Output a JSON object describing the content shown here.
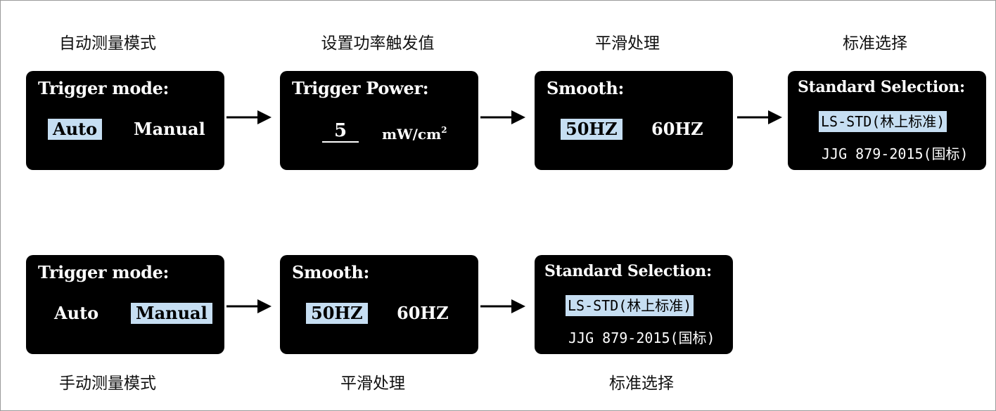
{
  "row1": {
    "captions": [
      "自动测量模式",
      "设置功率触发值",
      "平滑处理",
      "标准选择"
    ],
    "trigger_mode": {
      "title": "Trigger mode:",
      "options": [
        "Auto",
        "Manual"
      ],
      "selected": "Auto"
    },
    "trigger_power": {
      "title": "Trigger Power:",
      "value": "5",
      "unit": "mW/cm",
      "unit_sup": "2"
    },
    "smooth": {
      "title": "Smooth:",
      "options": [
        "50HZ",
        "60HZ"
      ],
      "selected": "50HZ"
    },
    "standard": {
      "title": "Standard Selection:",
      "options": [
        "LS-STD(林上标准)",
        "JJG 879-2015(国标)"
      ],
      "selected": "LS-STD(林上标准)"
    }
  },
  "row2": {
    "captions": [
      "手动测量模式",
      "平滑处理",
      "标准选择"
    ],
    "trigger_mode": {
      "title": "Trigger mode:",
      "options": [
        "Auto",
        "Manual"
      ],
      "selected": "Manual"
    },
    "smooth": {
      "title": "Smooth:",
      "options": [
        "50HZ",
        "60HZ"
      ],
      "selected": "50HZ"
    },
    "standard": {
      "title": "Standard Selection:",
      "options": [
        "LS-STD(林上标准)",
        "JJG 879-2015(国标)"
      ],
      "selected": "LS-STD(林上标准)"
    }
  },
  "colors": {
    "screen_bg": "#000000",
    "highlight": "#c6def2",
    "text": "#ffffff",
    "caption": "#111111"
  },
  "icons": [
    "arrow-right-icon"
  ]
}
